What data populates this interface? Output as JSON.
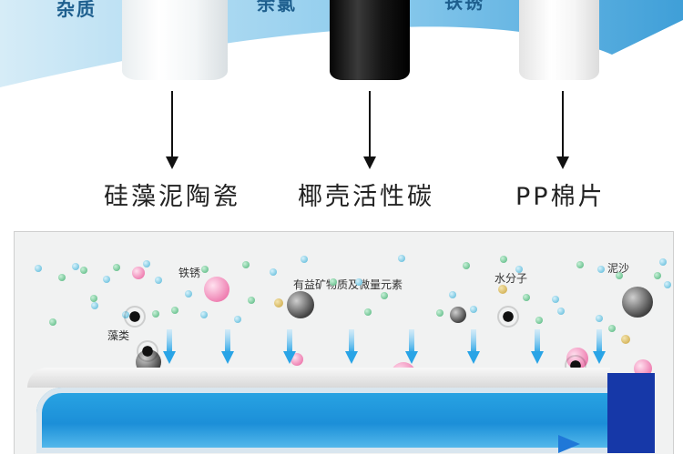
{
  "top_labels": {
    "impurities": "杂质",
    "chlorine": "余氯",
    "rust": "铁锈"
  },
  "filters": [
    {
      "caption": "硅藻泥陶瓷"
    },
    {
      "caption": "椰壳活性碳"
    },
    {
      "caption": "PP棉片"
    }
  ],
  "particles": {
    "rust": "铁锈",
    "minerals": "有益矿物质及微量元素",
    "water_molecule": "水分子",
    "sediment": "泥沙",
    "algae": "藻类"
  },
  "colors": {
    "accent_blue": "#1c8fd8",
    "dark_blue": "#1638a8",
    "swoosh": "#4aa9dc"
  }
}
